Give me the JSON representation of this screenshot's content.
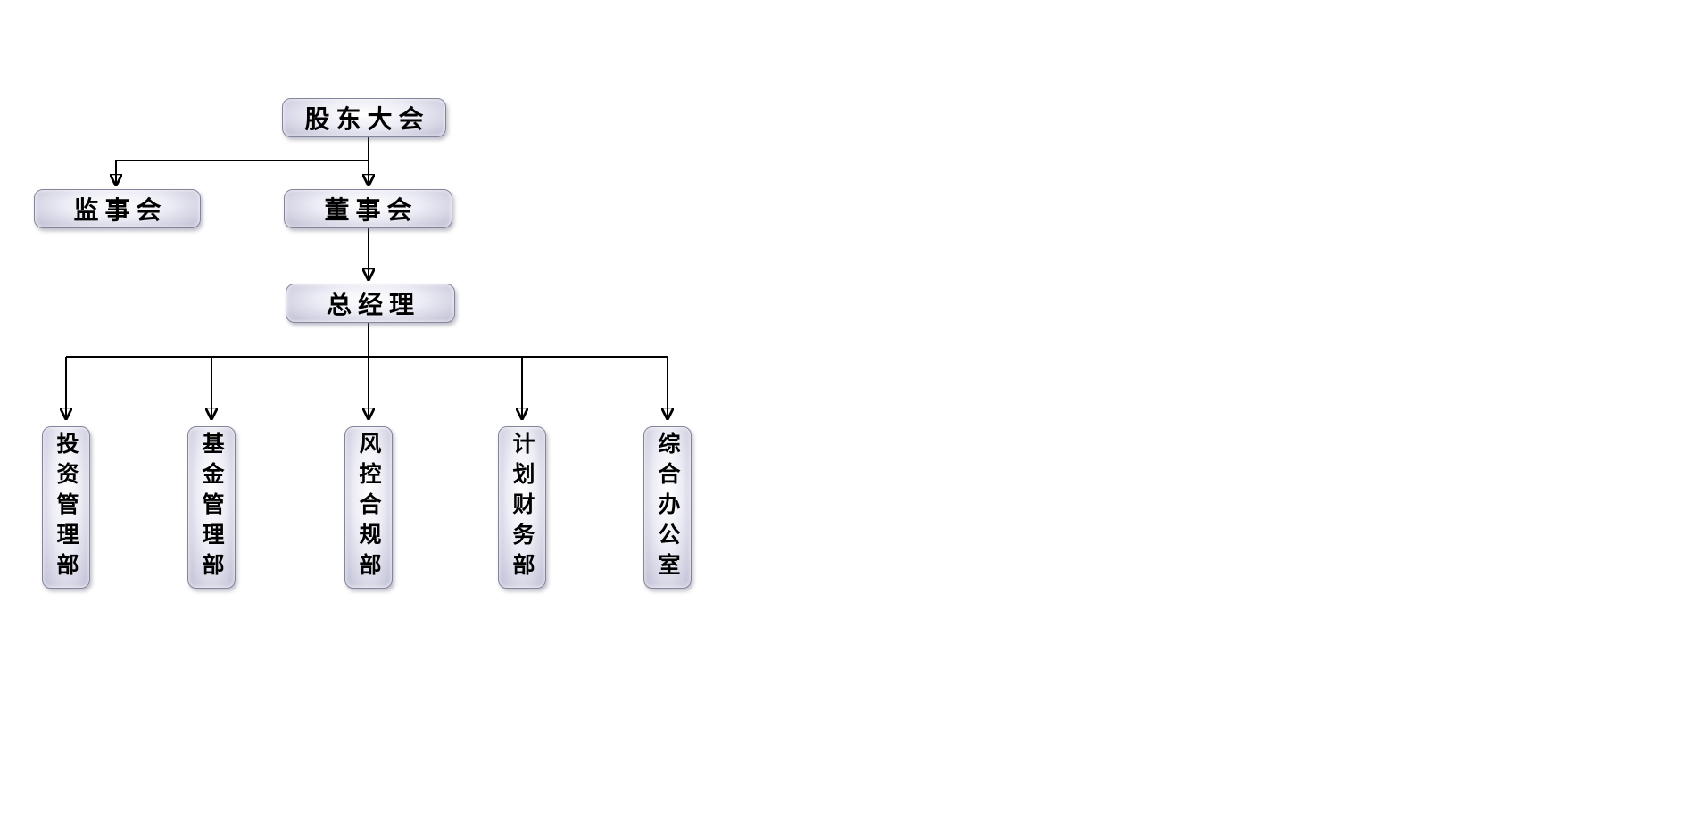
{
  "diagram": {
    "type": "org-chart",
    "nodes": {
      "shareholders_meeting": {
        "label": "股东大会"
      },
      "supervisory_board": {
        "label": "监事会"
      },
      "board_of_directors": {
        "label": "董事会"
      },
      "general_manager": {
        "label": "总经理"
      },
      "investment_management_dept": {
        "label": "投资管理部"
      },
      "fund_management_dept": {
        "label": "基金管理部"
      },
      "risk_compliance_dept": {
        "label": "风控合规部"
      },
      "planning_finance_dept": {
        "label": "计划财务部"
      },
      "general_office": {
        "label": "综合办公室"
      }
    },
    "edges": [
      {
        "from": "股东大会",
        "to": "监事会"
      },
      {
        "from": "股东大会",
        "to": "董事会"
      },
      {
        "from": "董事会",
        "to": "总经理"
      },
      {
        "from": "总经理",
        "to": "投资管理部"
      },
      {
        "from": "总经理",
        "to": "基金管理部"
      },
      {
        "from": "总经理",
        "to": "风控合规部"
      },
      {
        "from": "总经理",
        "to": "计划财务部"
      },
      {
        "from": "总经理",
        "to": "综合办公室"
      }
    ],
    "colors": {
      "node_fill_light": "#ffffff",
      "node_fill_dark": "#b9b9cf",
      "node_border": "#84849a",
      "line": "#000000",
      "text": "#000000"
    }
  }
}
